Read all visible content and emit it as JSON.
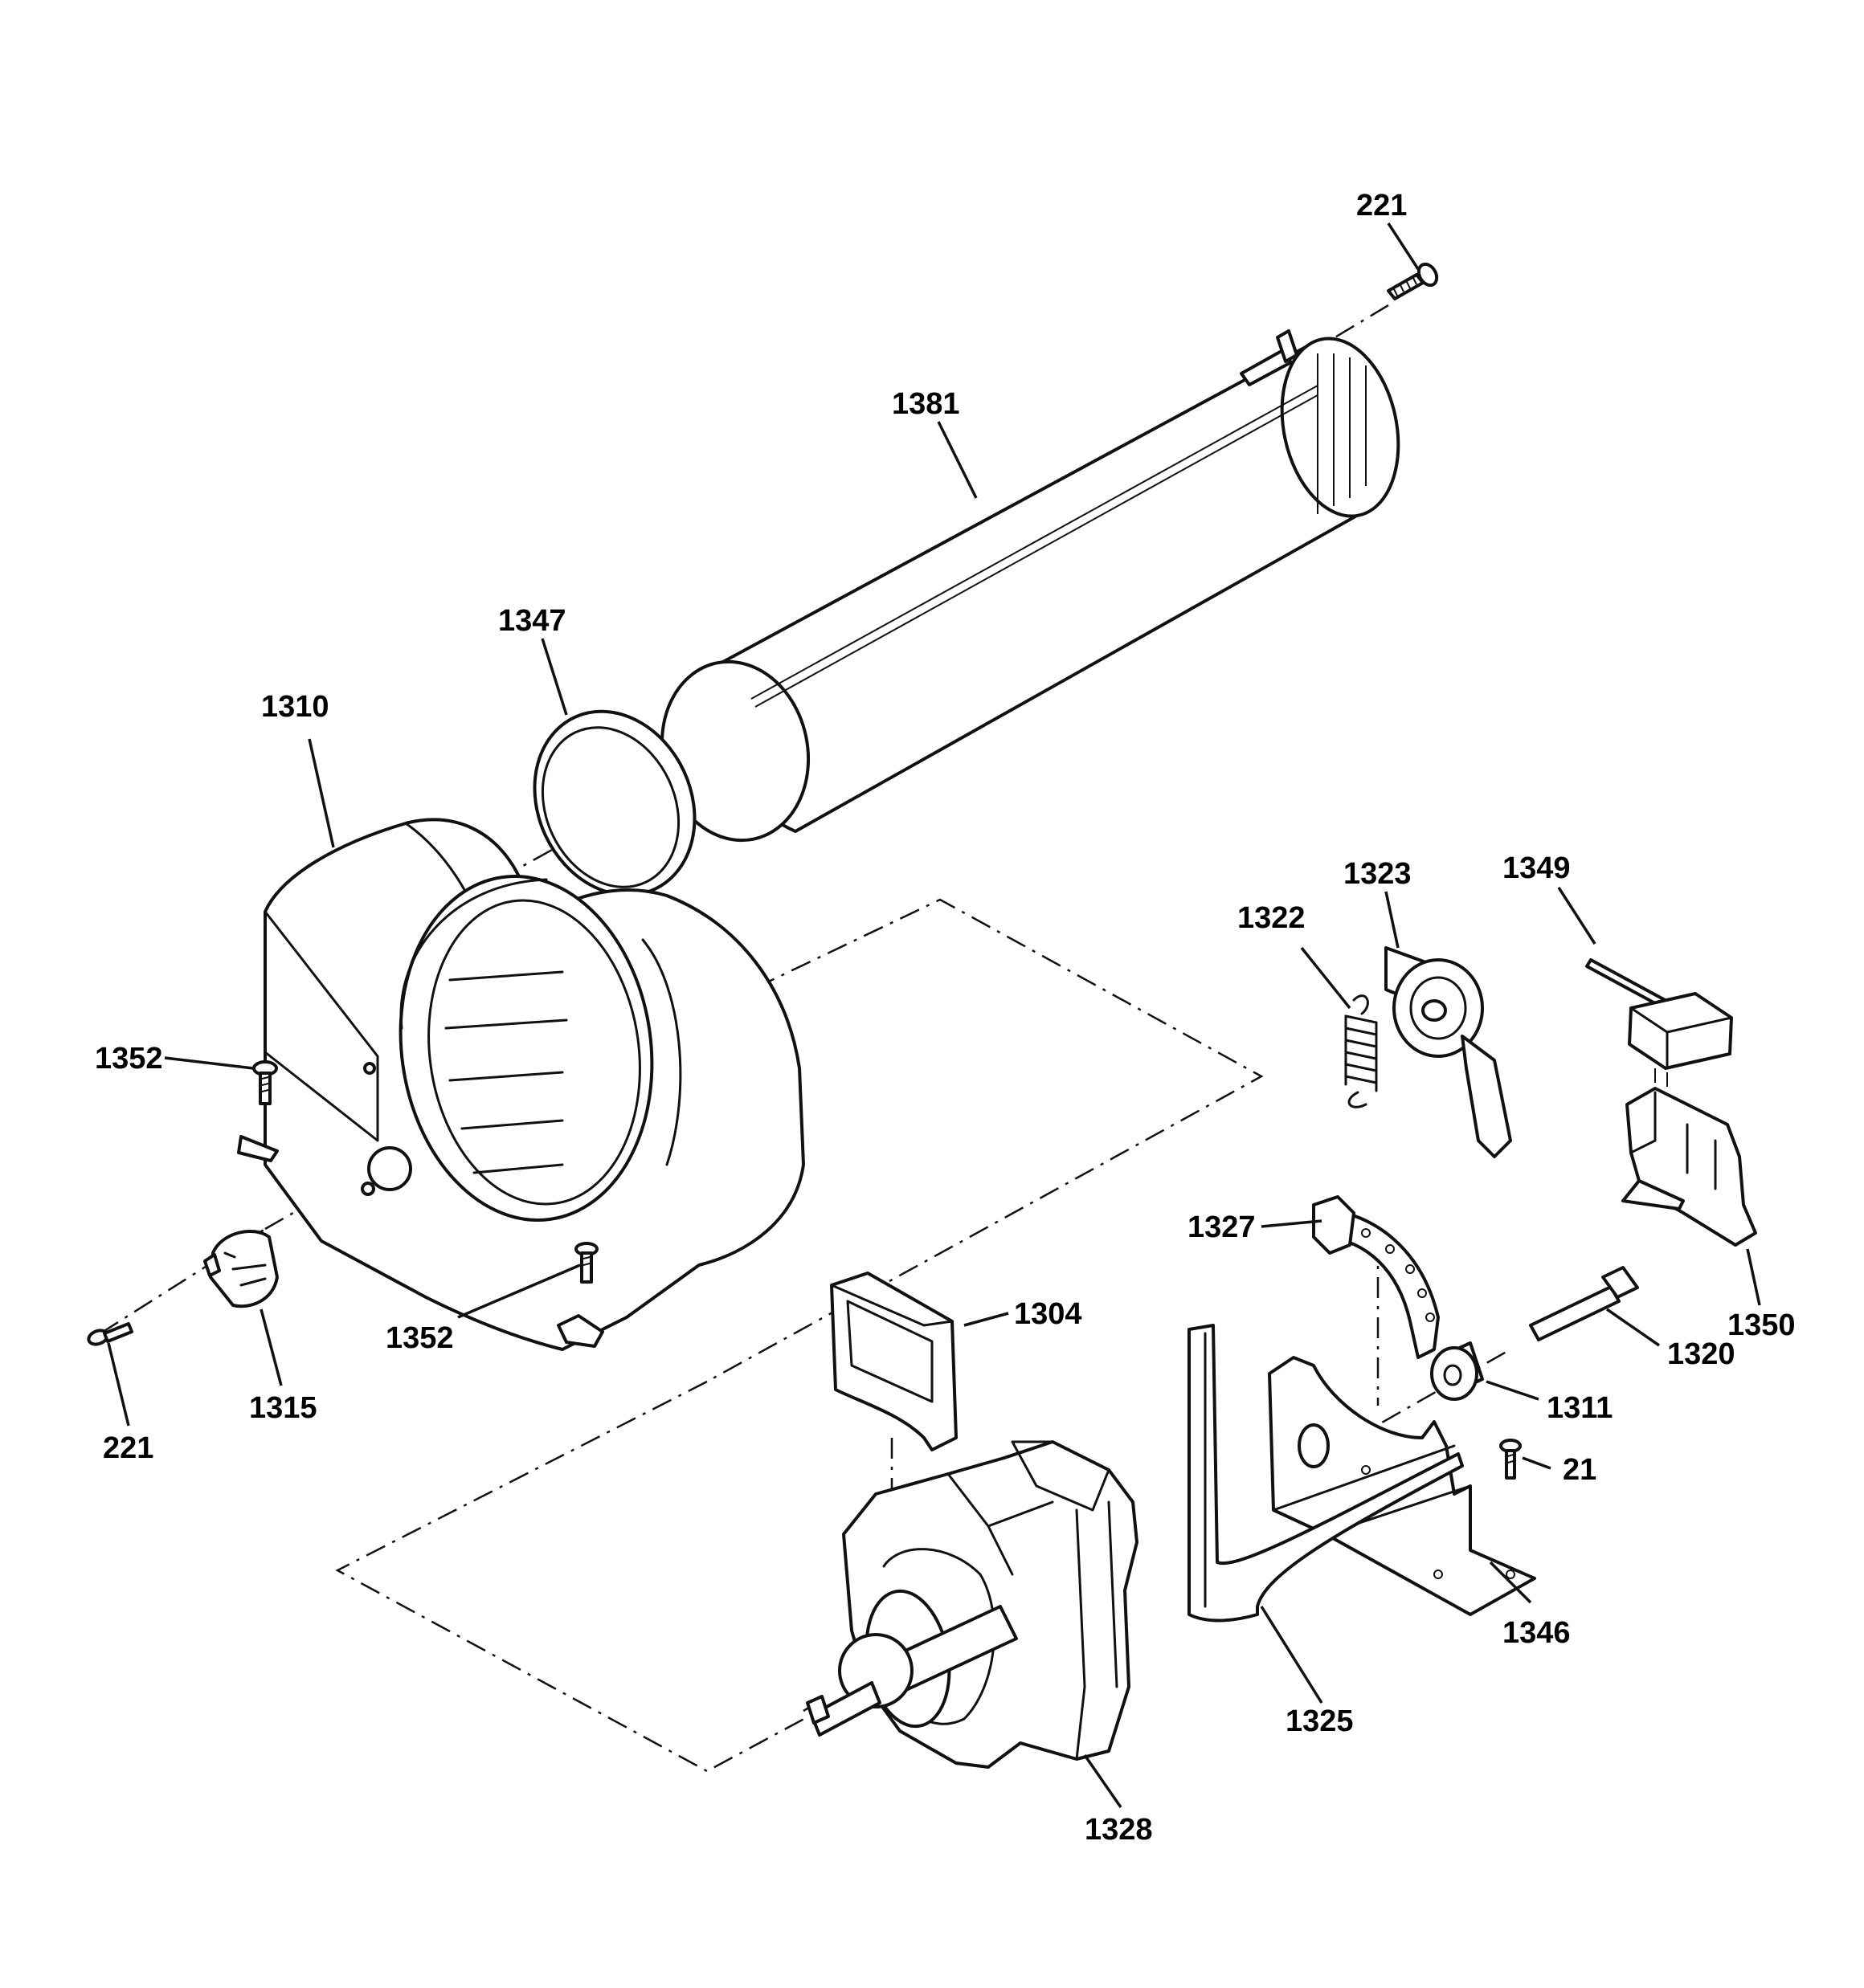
{
  "diagram": {
    "callouts": [
      {
        "id": "c221a",
        "text": "221"
      },
      {
        "id": "c1381",
        "text": "1381"
      },
      {
        "id": "c1347",
        "text": "1347"
      },
      {
        "id": "c1310",
        "text": "1310"
      },
      {
        "id": "c1323",
        "text": "1323"
      },
      {
        "id": "c1349",
        "text": "1349"
      },
      {
        "id": "c1322",
        "text": "1322"
      },
      {
        "id": "c1352a",
        "text": "1352"
      },
      {
        "id": "c1327",
        "text": "1327"
      },
      {
        "id": "c1304",
        "text": "1304"
      },
      {
        "id": "c1350",
        "text": "1350"
      },
      {
        "id": "c1352b",
        "text": "1352"
      },
      {
        "id": "c1320",
        "text": "1320"
      },
      {
        "id": "c1315",
        "text": "1315"
      },
      {
        "id": "c1311",
        "text": "1311"
      },
      {
        "id": "c221b",
        "text": "221"
      },
      {
        "id": "c21",
        "text": "21"
      },
      {
        "id": "c1346",
        "text": "1346"
      },
      {
        "id": "c1325",
        "text": "1325"
      },
      {
        "id": "c1328",
        "text": "1328"
      }
    ]
  }
}
